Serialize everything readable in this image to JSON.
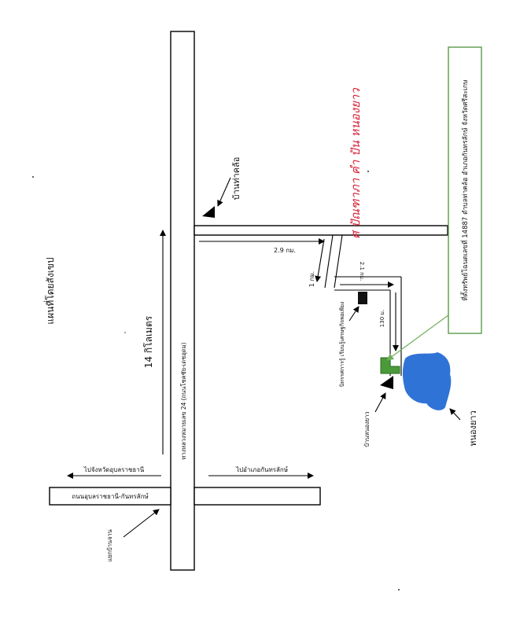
{
  "map": {
    "title": "แผนที่โดยสังเขป",
    "highway_label": "ทางหลวงหมายเลข 24 (ถนนโชคชัย-เดชอุดม)",
    "cross_road_label": "ถนนอุบลราชธานี-กันทรลักษ์",
    "to_ubon_label": "ไปจังหวัดอุบลราชธานี",
    "to_kantharalak_label": "ไปอำเภอกันทรลักษ์",
    "junction_label": "แยกบ้านจาน",
    "distance_14km": "14 กิโลเมตร",
    "village_tha_klo": "บ้านท่าคล้อ",
    "distance_2_9km": "2.9 กม.",
    "distance_1km": "1 กม.",
    "distance_2_1km": "2.1 กม.",
    "distance_130m": "130 ม.",
    "learning_center_label": "นิทรรศการรู้ เรียนรู้เศรษฐกิจพอเพียง",
    "village_nong_yao": "บ้านหนองยาว",
    "pond_label": "หนองยาว",
    "address_box": "ที่ตั้งทรัพย์โฉนดเลขที่ 14887 ตำบลท่าคล้อ อำเภอกันทรลักษ์ จังหวัดศรีสะเกษ",
    "handwritten_note": "ศ ปัณฑาภา ฅำ ปัน หนองยาว"
  },
  "colors": {
    "road_stroke": "#000000",
    "pond_fill": "#2f73d6",
    "property_fill": "#4a9a3a",
    "address_border": "#5a9b4a",
    "handwriting": "#d6243a",
    "arrow_green": "#6fb05a"
  }
}
